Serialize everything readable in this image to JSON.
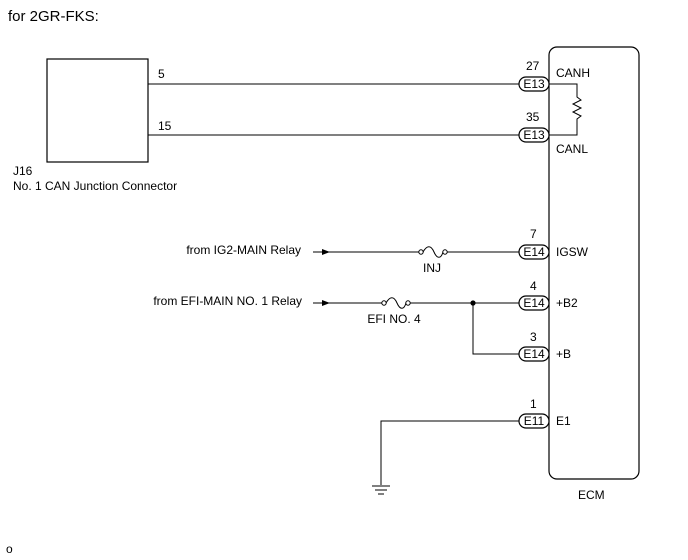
{
  "heading": "for 2GR-FKS:",
  "junction": {
    "id": "J16",
    "name": "No. 1 CAN Junction Connector",
    "pin_top": "5",
    "pin_bottom": "15"
  },
  "ecm": {
    "label": "ECM",
    "terminals": [
      {
        "pin": "27",
        "connector": "E13",
        "signal": "CANH"
      },
      {
        "pin": "35",
        "connector": "E13",
        "signal": "CANL"
      },
      {
        "pin": "7",
        "connector": "E14",
        "signal": "IGSW"
      },
      {
        "pin": "4",
        "connector": "E14",
        "signal": "+B2"
      },
      {
        "pin": "3",
        "connector": "E14",
        "signal": "+B"
      },
      {
        "pin": "1",
        "connector": "E11",
        "signal": "E1"
      }
    ]
  },
  "sources": [
    {
      "label": "from IG2-MAIN Relay",
      "fuse": "INJ"
    },
    {
      "label": "from EFI-MAIN NO. 1 Relay",
      "fuse": "EFI NO. 4"
    }
  ],
  "footer": "o"
}
